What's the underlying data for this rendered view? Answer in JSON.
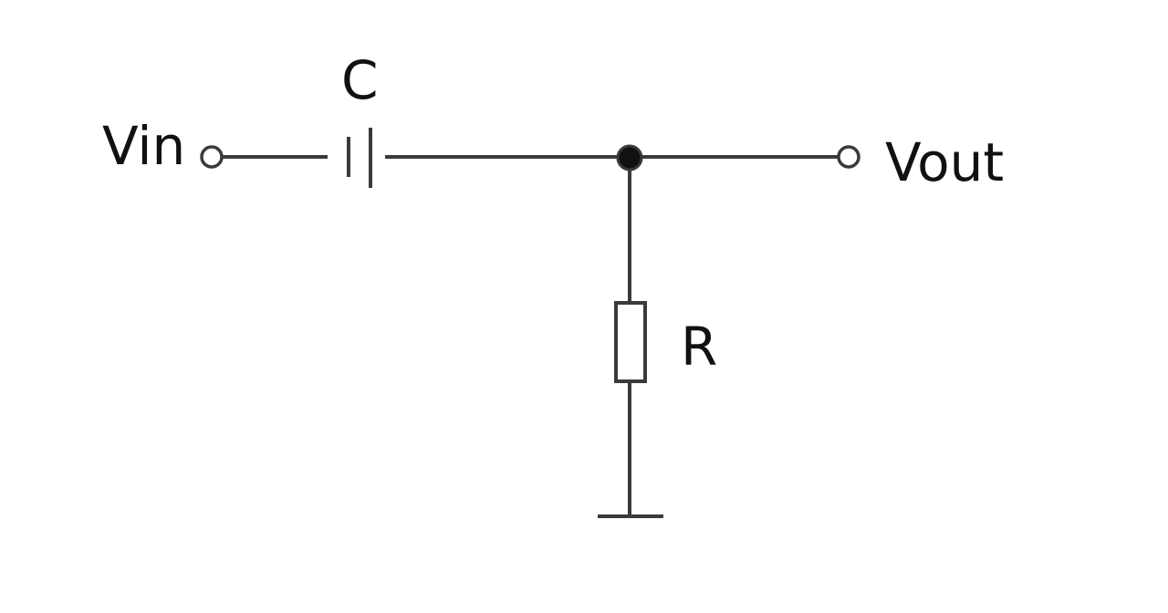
{
  "labels": {
    "input": "Vin",
    "output": "Vout",
    "capacitor": "C",
    "resistor": "R"
  },
  "colors": {
    "wire": "#3a3a3a",
    "junction": "#111111",
    "background": "#ffffff"
  }
}
